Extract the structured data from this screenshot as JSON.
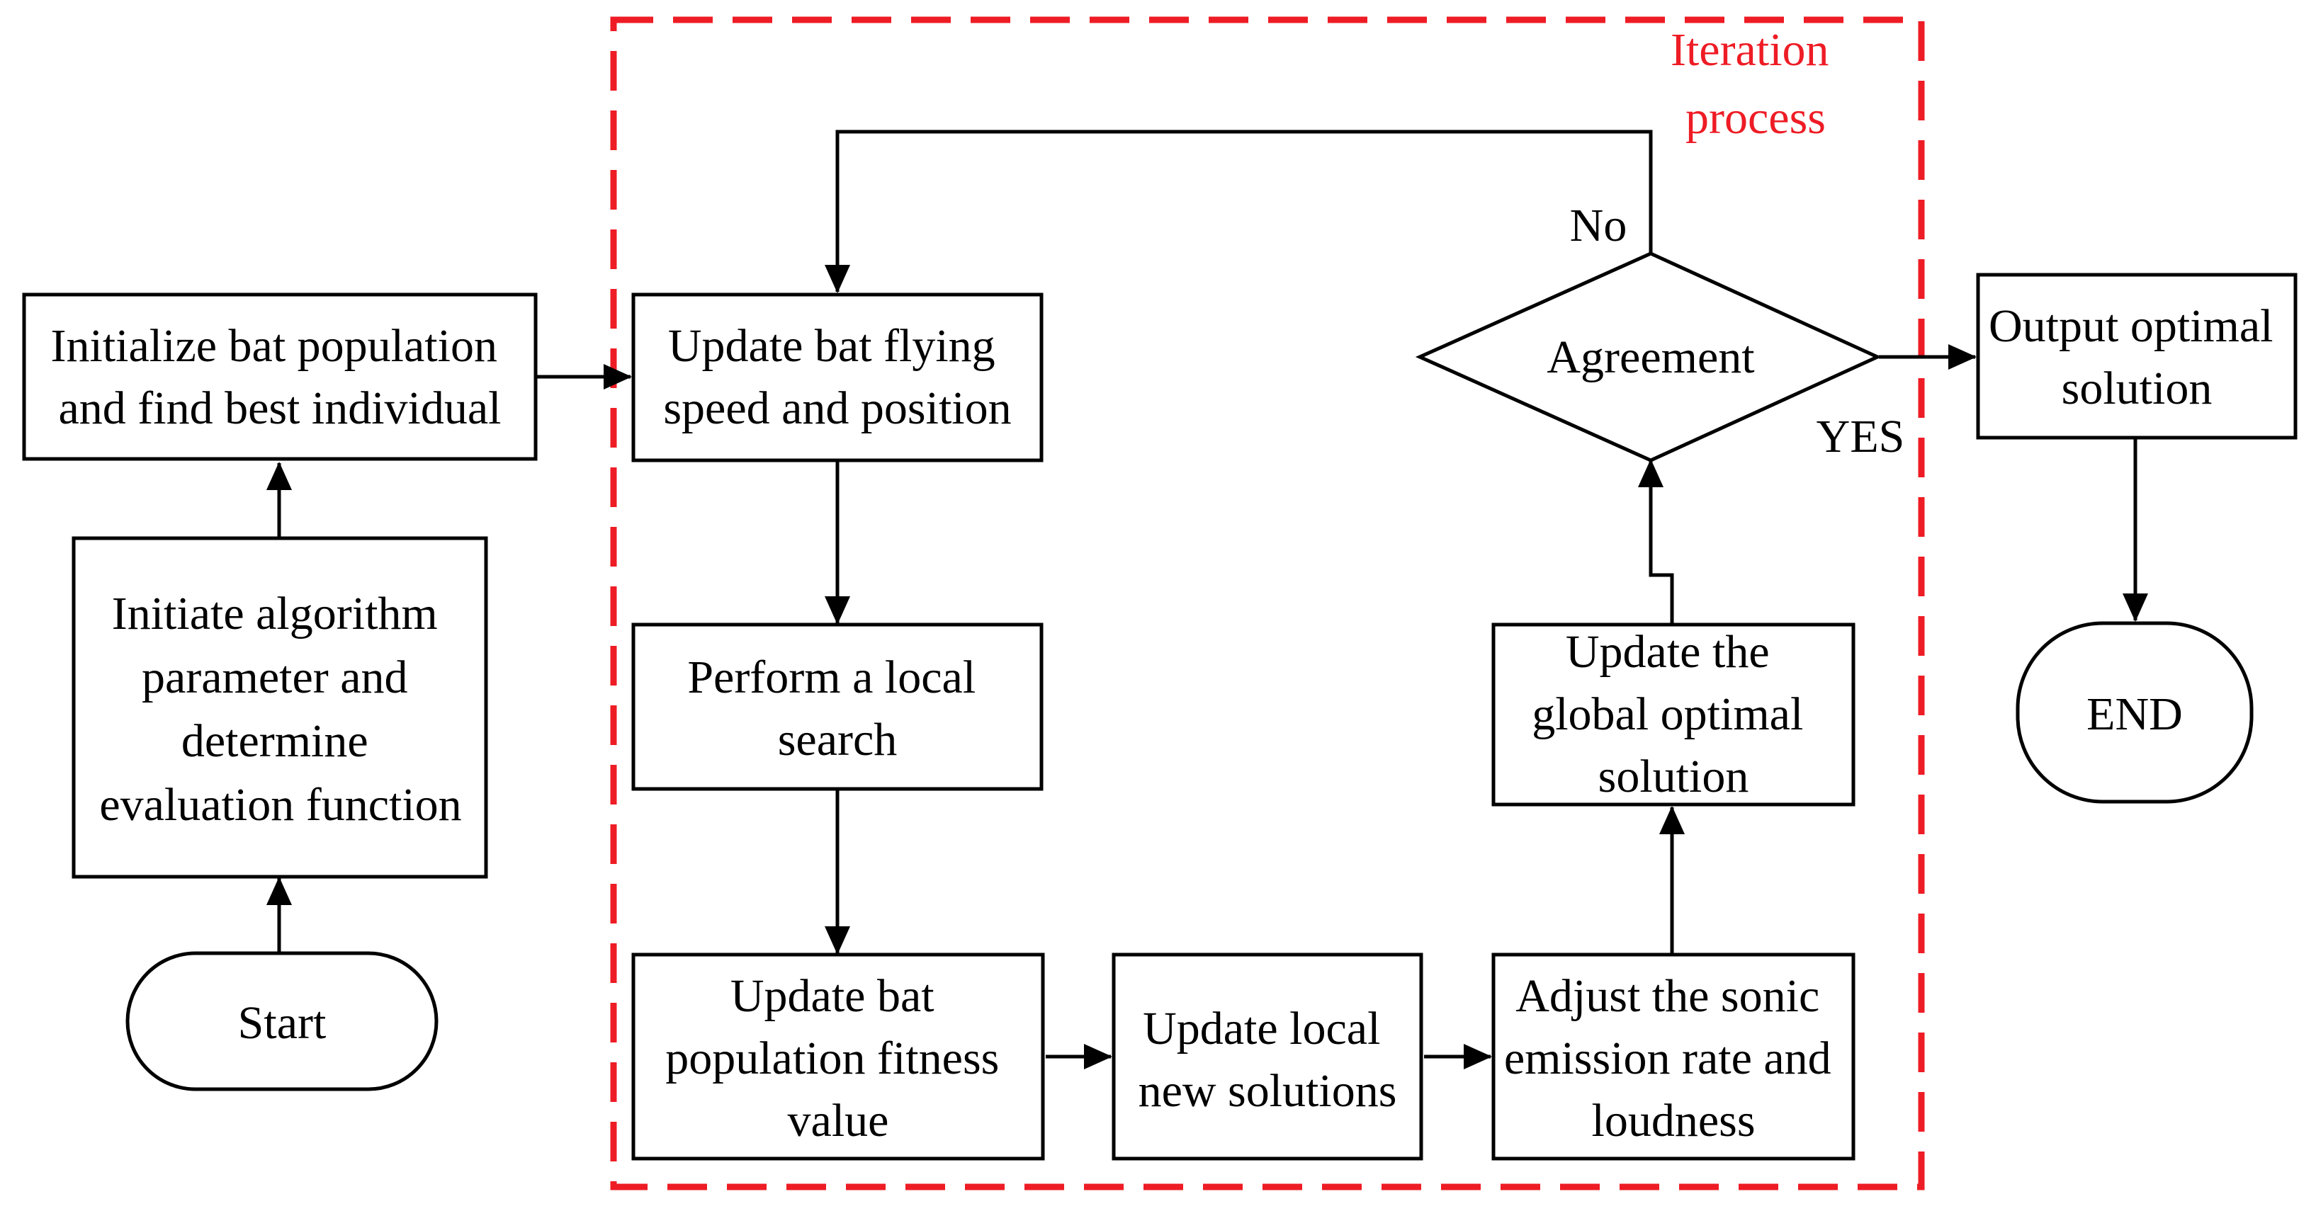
{
  "colors": {
    "line": "#000000",
    "iteration_border": "#ee1c25",
    "iteration_label": "#ee1c25"
  },
  "iteration_region": {
    "label_lines": [
      "Iteration",
      "process"
    ]
  },
  "nodes": {
    "start": {
      "shape": "terminator",
      "lines": [
        "Start"
      ]
    },
    "initiate_parameters": {
      "shape": "process",
      "lines": [
        "Initiate algorithm",
        "parameter and",
        "determine",
        "evaluation function"
      ]
    },
    "initialize_population": {
      "shape": "process",
      "lines": [
        "Initialize bat population",
        "and find best individual"
      ]
    },
    "update_speed_position": {
      "shape": "process",
      "lines": [
        "Update bat flying",
        "speed and position"
      ]
    },
    "local_search": {
      "shape": "process",
      "lines": [
        "Perform a local",
        "search"
      ]
    },
    "update_fitness": {
      "shape": "process",
      "lines": [
        "Update bat",
        "population fitness",
        "value"
      ]
    },
    "update_local_solutions": {
      "shape": "process",
      "lines": [
        "Update local",
        "new solutions"
      ]
    },
    "adjust_emission": {
      "shape": "process",
      "lines": [
        "Adjust the sonic",
        "emission rate and",
        "loudness"
      ]
    },
    "update_global_optimal": {
      "shape": "process",
      "lines": [
        "Update the",
        "global optimal",
        "solution"
      ]
    },
    "agreement": {
      "shape": "decision",
      "lines": [
        "Agreement"
      ]
    },
    "output_solution": {
      "shape": "process",
      "lines": [
        "Output optimal",
        "solution"
      ]
    },
    "end": {
      "shape": "terminator",
      "lines": [
        "END"
      ]
    }
  },
  "edge_labels": {
    "no": "No",
    "yes": "YES"
  },
  "edges": [
    {
      "from": "start",
      "to": "initiate_parameters"
    },
    {
      "from": "initiate_parameters",
      "to": "initialize_population"
    },
    {
      "from": "initialize_population",
      "to": "update_speed_position"
    },
    {
      "from": "update_speed_position",
      "to": "local_search"
    },
    {
      "from": "local_search",
      "to": "update_fitness"
    },
    {
      "from": "update_fitness",
      "to": "update_local_solutions"
    },
    {
      "from": "update_local_solutions",
      "to": "adjust_emission"
    },
    {
      "from": "adjust_emission",
      "to": "update_global_optimal"
    },
    {
      "from": "update_global_optimal",
      "to": "agreement"
    },
    {
      "from": "agreement",
      "to": "update_speed_position",
      "label": "No"
    },
    {
      "from": "agreement",
      "to": "output_solution",
      "label": "YES"
    },
    {
      "from": "output_solution",
      "to": "end"
    }
  ]
}
